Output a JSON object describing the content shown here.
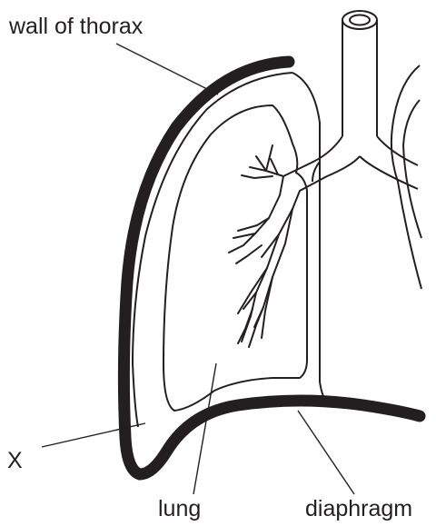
{
  "labels": {
    "wall_of_thorax": "wall of thorax",
    "x": "X",
    "lung": "lung",
    "diaphragm": "diaphragm"
  },
  "colors": {
    "ink": "#231f20",
    "background": "#ffffff"
  }
}
